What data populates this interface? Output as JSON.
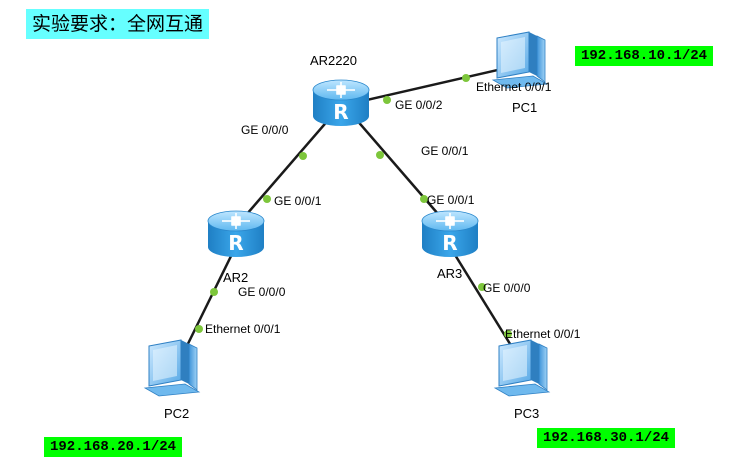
{
  "title": "实验要求：全网互通",
  "colors": {
    "title_bg": "#66ffff",
    "ip_bg": "#00ff00",
    "link": "#1a1a1a",
    "port_dot": "#7dc63b",
    "router_blue": "#2f9be0",
    "pc_blue": "#4aa9e8"
  },
  "devices": {
    "ar2220": {
      "label": "AR2220",
      "icon": "router-icon"
    },
    "ar2": {
      "label": "AR2",
      "icon": "router-icon"
    },
    "ar3": {
      "label": "AR3",
      "icon": "router-icon"
    },
    "pc1": {
      "label": "PC1",
      "icon": "pc-icon"
    },
    "pc2": {
      "label": "PC2",
      "icon": "pc-icon"
    },
    "pc3": {
      "label": "PC3",
      "icon": "pc-icon"
    }
  },
  "ports": {
    "ar2220_ge002": "GE 0/0/2",
    "pc1_eth": "Ethernet 0/0/1",
    "ar2220_ge000": "GE 0/0/0",
    "ar2_ge001": "GE 0/0/1",
    "ar2220_ge001": "GE 0/0/1",
    "ar3_ge001": "GE 0/0/1",
    "ar2_ge000": "GE 0/0/0",
    "pc2_eth": "Ethernet 0/0/1",
    "ar3_ge000": "GE 0/0/0",
    "pc3_eth": "Ethernet 0/0/1"
  },
  "ips": {
    "pc1": "192.168.10.1/24",
    "pc2": "192.168.20.1/24",
    "pc3": "192.168.30.1/24"
  }
}
